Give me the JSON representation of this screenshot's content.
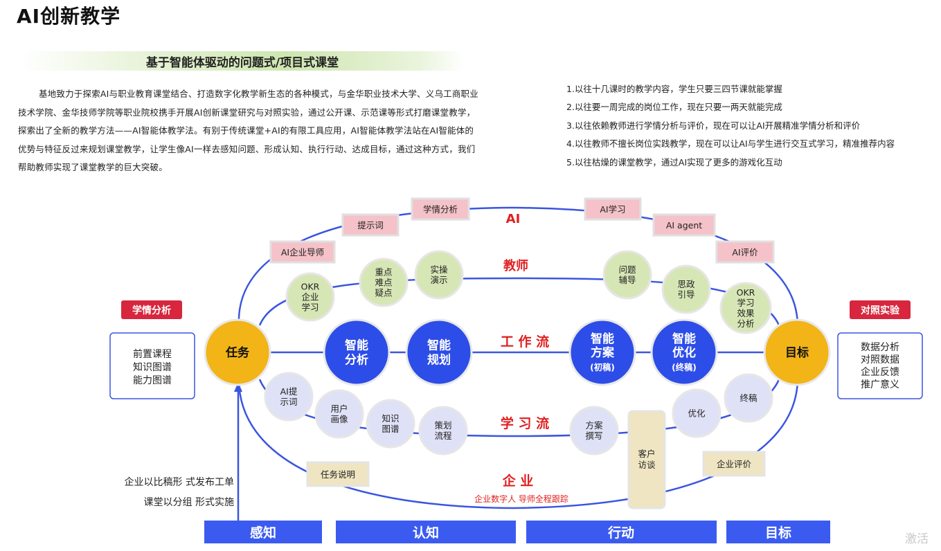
{
  "title": "AI创新教学",
  "subtitle": "基于智能体驱动的问题式/项目式课堂",
  "intro": "基地致力于探索AI与职业教育课堂结合、打造数字化教学新生态的各种模式，与金华职业技术大学、义乌工商职业技术学院、金华技师学院等职业院校携手开展AI创新课堂研究与对照实验，通过公开课、示范课等形式打磨课堂教学，探索出了全新的教学方法——AI智能体教学法。有别于传统课堂+AI的有限工具应用，AI智能体教学法站在AI智能体的优势与特征反过来规划课堂教学，让学生像AI一样去感知问题、形成认知、执行行动、达成目标，通过这种方式，我们帮助教师实现了课堂教学的巨大突破。",
  "benefits": [
    "1.以往十几课时的教学内容，学生只要三四节课就能掌握",
    "2.以往要一周完成的岗位工作，现在只要一两天就能完成",
    "3.以往依赖教师进行学情分析与评价，现在可以让AI开展精准学情分析和评价",
    "4.以往教师不擅长岗位实践教学，现在可以让AI与学生进行交互式学习，精准推荐内容",
    "5.以往枯燥的课堂教学，通过AI实现了更多的游戏化互动"
  ],
  "diagram": {
    "ring_labels": {
      "ai": "AI",
      "teacher": "教师",
      "workflow": "工 作 流",
      "learning": "学 习 流",
      "enterprise": "企 业",
      "enterprise_sub": "企业数字人   导师全程跟踪"
    },
    "ai_tags": [
      "AI企业导师",
      "提示词",
      "学情分析",
      "AI学习",
      "AI agent",
      "AI评价"
    ],
    "teacher_nodes": [
      "OKR\n企业\n学习",
      "重点\n难点\n疑点",
      "实操\n演示",
      "问题\n辅导",
      "思政\n引导",
      "OKR\n学习\n效果\n分析"
    ],
    "main_nodes": {
      "task": "任务",
      "goal": "目标",
      "analysis": "智能\n分析",
      "planning": "智能\n规划",
      "scheme": "智能\n方案\n(初稿)",
      "optimize": "智能\n优化\n(终稿)"
    },
    "learning_nodes": [
      "AI提\n示词",
      "用户\n画像",
      "知识\n图谱",
      "策划\n流程",
      "方案\n撰写",
      "优化",
      "终稿"
    ],
    "enterprise_tags": {
      "task_desc": "任务说明",
      "interview": "客户\n访谈",
      "evaluation": "企业评价"
    },
    "left_panel": {
      "badge": "学情分析",
      "lines": [
        "前置课程",
        "知识图谱",
        "能力图谱"
      ]
    },
    "right_panel": {
      "badge": "对照实验",
      "lines": [
        "数据分析",
        "对照数据",
        "企业反馈",
        "推广意义"
      ]
    },
    "bottom_note": [
      "企业以比稿形   式发布工单",
      "课堂以分组   形式实施"
    ],
    "stages": [
      "感知",
      "认知",
      "行动",
      "目标"
    ]
  },
  "watermark": "激活",
  "colors": {
    "ring_blue": "#3a55e0",
    "node_blue": "#2d4de8",
    "node_gold": "#f2b416",
    "label_red": "#e02020",
    "badge_red": "#d7263d",
    "tag_pink": "#f4c2c8",
    "teacher_green": "#d7e6b5",
    "learning_lavender": "#dfe1f7",
    "enterprise_beige": "#efe5c2",
    "stage_blue": "#3b5bf0"
  }
}
